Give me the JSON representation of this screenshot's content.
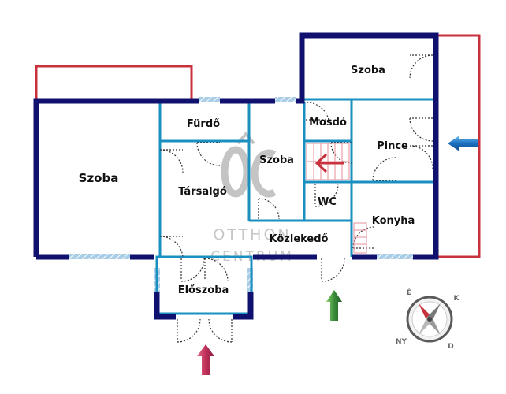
{
  "rooms": {
    "szoba_left": "Szoba",
    "szoba_top_right": "Szoba",
    "furdo": "Fürdő",
    "szoba_middle": "Szoba",
    "mosdo": "Mosdó",
    "pince": "Pince",
    "tarsalgo": "Társalgó",
    "wc": "WC",
    "konyha": "Konyha",
    "kozlekedo": "Közlekedő",
    "eloszoba": "Előszoba"
  },
  "watermark": {
    "brand_line1": "OTTHON",
    "brand_line2": "CENTRUM",
    "logo_icon": "oc-logo-icon"
  },
  "compass": {
    "north": "É",
    "east": "K",
    "south": "D",
    "west": "NY"
  },
  "colors": {
    "outer_wall": "#10106e",
    "inner_wall": "#1a8fc0",
    "terrace": "#c8323c",
    "window": "#a9cde6",
    "arrow_red": "#c0305a",
    "arrow_green": "#3a8c3a",
    "arrow_blue": "#1a6fc0"
  }
}
